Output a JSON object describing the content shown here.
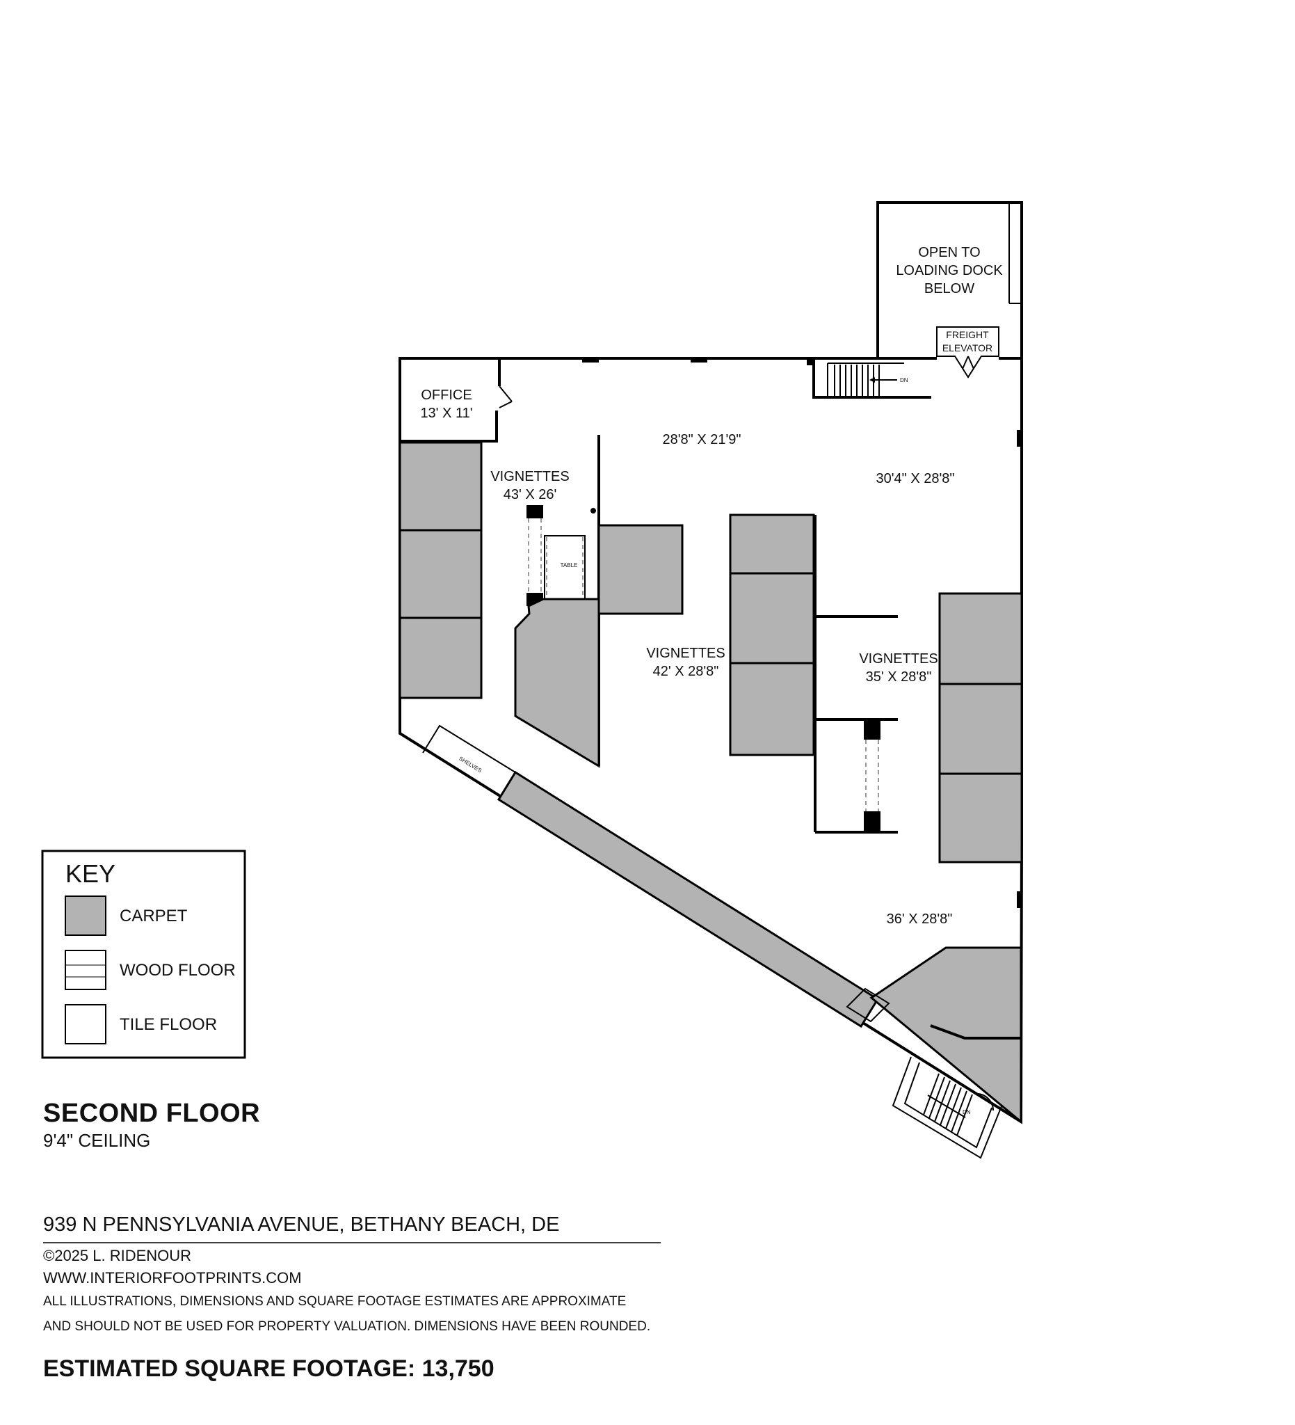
{
  "rooms": {
    "loading_dock": [
      "OPEN TO",
      "LOADING DOCK",
      "BELOW"
    ],
    "freight_elevator": [
      "FREIGHT",
      "ELEVATOR"
    ],
    "office": [
      "OFFICE",
      "13' X 11'"
    ],
    "front_room_dims": "28'8\" X 21'9\"",
    "right_room_dims": "30'4\" X 28'8\"",
    "vignettes_west": [
      "VIGNETTES",
      "43' X 26'"
    ],
    "vignettes_center": [
      "VIGNETTES",
      "42' X 28'8\""
    ],
    "vignettes_east": [
      "VIGNETTES",
      "35' X 28'8\""
    ],
    "south_room_dims": "36' X 28'8\"",
    "table_label": "TABLE",
    "shelves_label": "SHELVES",
    "stair_down_label": "DN"
  },
  "key": {
    "title": "KEY",
    "items": [
      {
        "label": "CARPET",
        "swatch": "carpet",
        "color": "#b3b3b3"
      },
      {
        "label": "WOOD FLOOR",
        "swatch": "wood"
      },
      {
        "label": "TILE FLOOR",
        "swatch": "tile"
      }
    ]
  },
  "floor": {
    "name": "SECOND FLOOR",
    "ceiling": "9'4\" CEILING"
  },
  "address": "939 N PENNSYLVANIA AVENUE, BETHANY BEACH, DE",
  "copyright": "©2025 L. RIDENOUR",
  "website": "WWW.INTERIORFOOTPRINTS.COM",
  "disclaimer_1": "ALL ILLUSTRATIONS, DIMENSIONS AND SQUARE FOOTAGE ESTIMATES ARE APPROXIMATE",
  "disclaimer_2": "AND  SHOULD NOT BE USED FOR PROPERTY VALUATION. DIMENSIONS HAVE BEEN ROUNDED.",
  "square_footage": "ESTIMATED SQUARE FOOTAGE: 13,750"
}
